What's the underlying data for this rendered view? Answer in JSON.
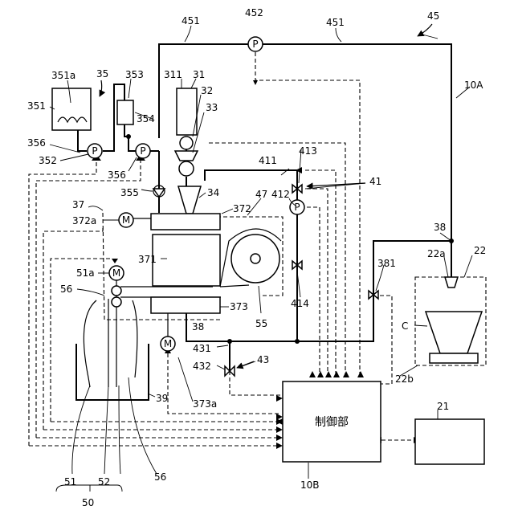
{
  "labels": {
    "l451a": "451",
    "l452": "452",
    "l451b": "451",
    "l45": "45",
    "l10A": "10A",
    "l351a": "351a",
    "l35": "35",
    "l353": "353",
    "l311": "311",
    "l31": "31",
    "l32": "32",
    "l33": "33",
    "l351": "351",
    "l354": "354",
    "l356a": "356",
    "l352": "352",
    "l356b": "356",
    "l355": "355",
    "l413": "413",
    "l411": "411",
    "l41": "41",
    "l412": "412",
    "l47": "47",
    "l34": "34",
    "l37": "37",
    "l372": "372",
    "l372a": "372a",
    "l371": "371",
    "l51a": "51a",
    "l56a": "56",
    "l414": "414",
    "l55": "55",
    "l373": "373",
    "l38a": "38",
    "l38b": "38",
    "l381": "381",
    "l22a": "22a",
    "l22": "22",
    "lC": "C",
    "l431": "431",
    "l43": "43",
    "l432": "432",
    "l22b": "22b",
    "l39": "39",
    "l373a": "373a",
    "l21": "21",
    "l51": "51",
    "l52": "52",
    "l56b": "56",
    "l50": "50",
    "l10B": "10B"
  },
  "controller": {
    "label": "制御部"
  },
  "pumps": {
    "symbol": "P"
  },
  "motors": {
    "symbol": "M"
  }
}
